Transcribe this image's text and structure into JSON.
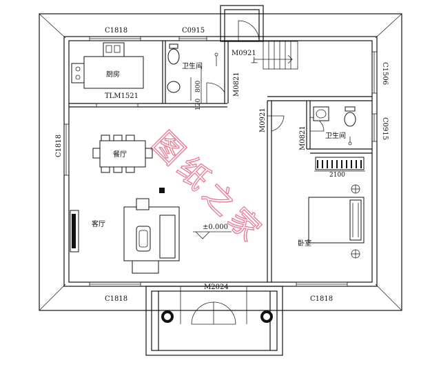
{
  "labels": {
    "c1818_top": "C1818",
    "c0915_top": "C0915",
    "m0921_stair": "M0921",
    "stair_up": "上",
    "c1506": "C1506",
    "kitchen": "厨房",
    "tlm1521": "TLM1521",
    "bath1": "卫生间",
    "dim_800": "800",
    "dim_120": "120",
    "m0821_a": "M0821",
    "m0921_b": "M0921",
    "c1818_left": "C1818",
    "dining": "餐厅",
    "m0821_b": "M0821",
    "bath2": "卫生间",
    "c0915_right": "C0915",
    "dim_2100": "2100",
    "living": "客厅",
    "elevation": "±0.000",
    "bedroom": "卧室",
    "m2024": "M2024",
    "c1818_bl": "C1818",
    "c1818_br": "C1818"
  },
  "watermark": "图纸之家",
  "colors": {
    "line": "#111111",
    "watermark": "#e24a6a",
    "background": "#ffffff"
  }
}
